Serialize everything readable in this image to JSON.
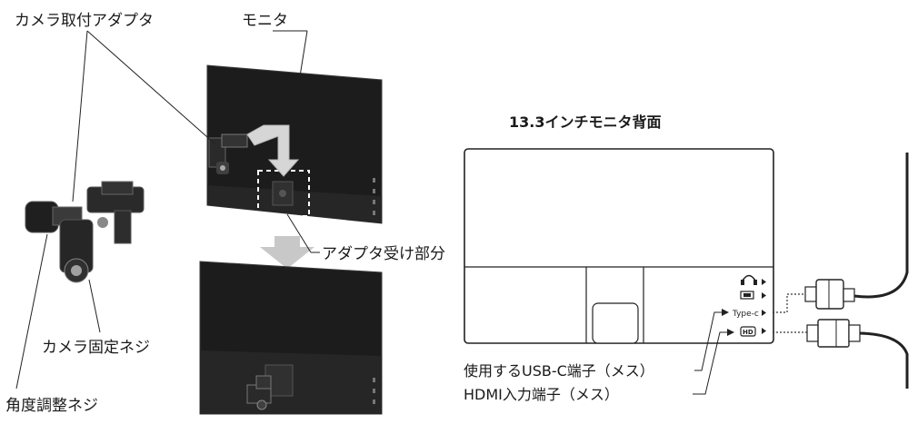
{
  "labels": {
    "camera_adapter": "カメラ取付アダプタ",
    "monitor": "モニタ",
    "adapter_mount": "アダプタ受け部分",
    "camera_lock_screw": "カメラ固定ネジ",
    "angle_screw": "角度調整ネジ",
    "back_title": "13.3インチモニタ背面",
    "usbc_port": "使用するUSB-C端子（メス）",
    "hdmi_port": "HDMI入力端子（メス）",
    "typec_small": "Type-c",
    "hd_small": "HD"
  },
  "colors": {
    "panel": "#1c1c1c",
    "panel_edge": "#2f2f2f",
    "arrow_fill": "#c8c8c8",
    "line": "#222222"
  },
  "icons": [
    "headphone-icon",
    "battery-icon",
    "hdmi-icon"
  ]
}
